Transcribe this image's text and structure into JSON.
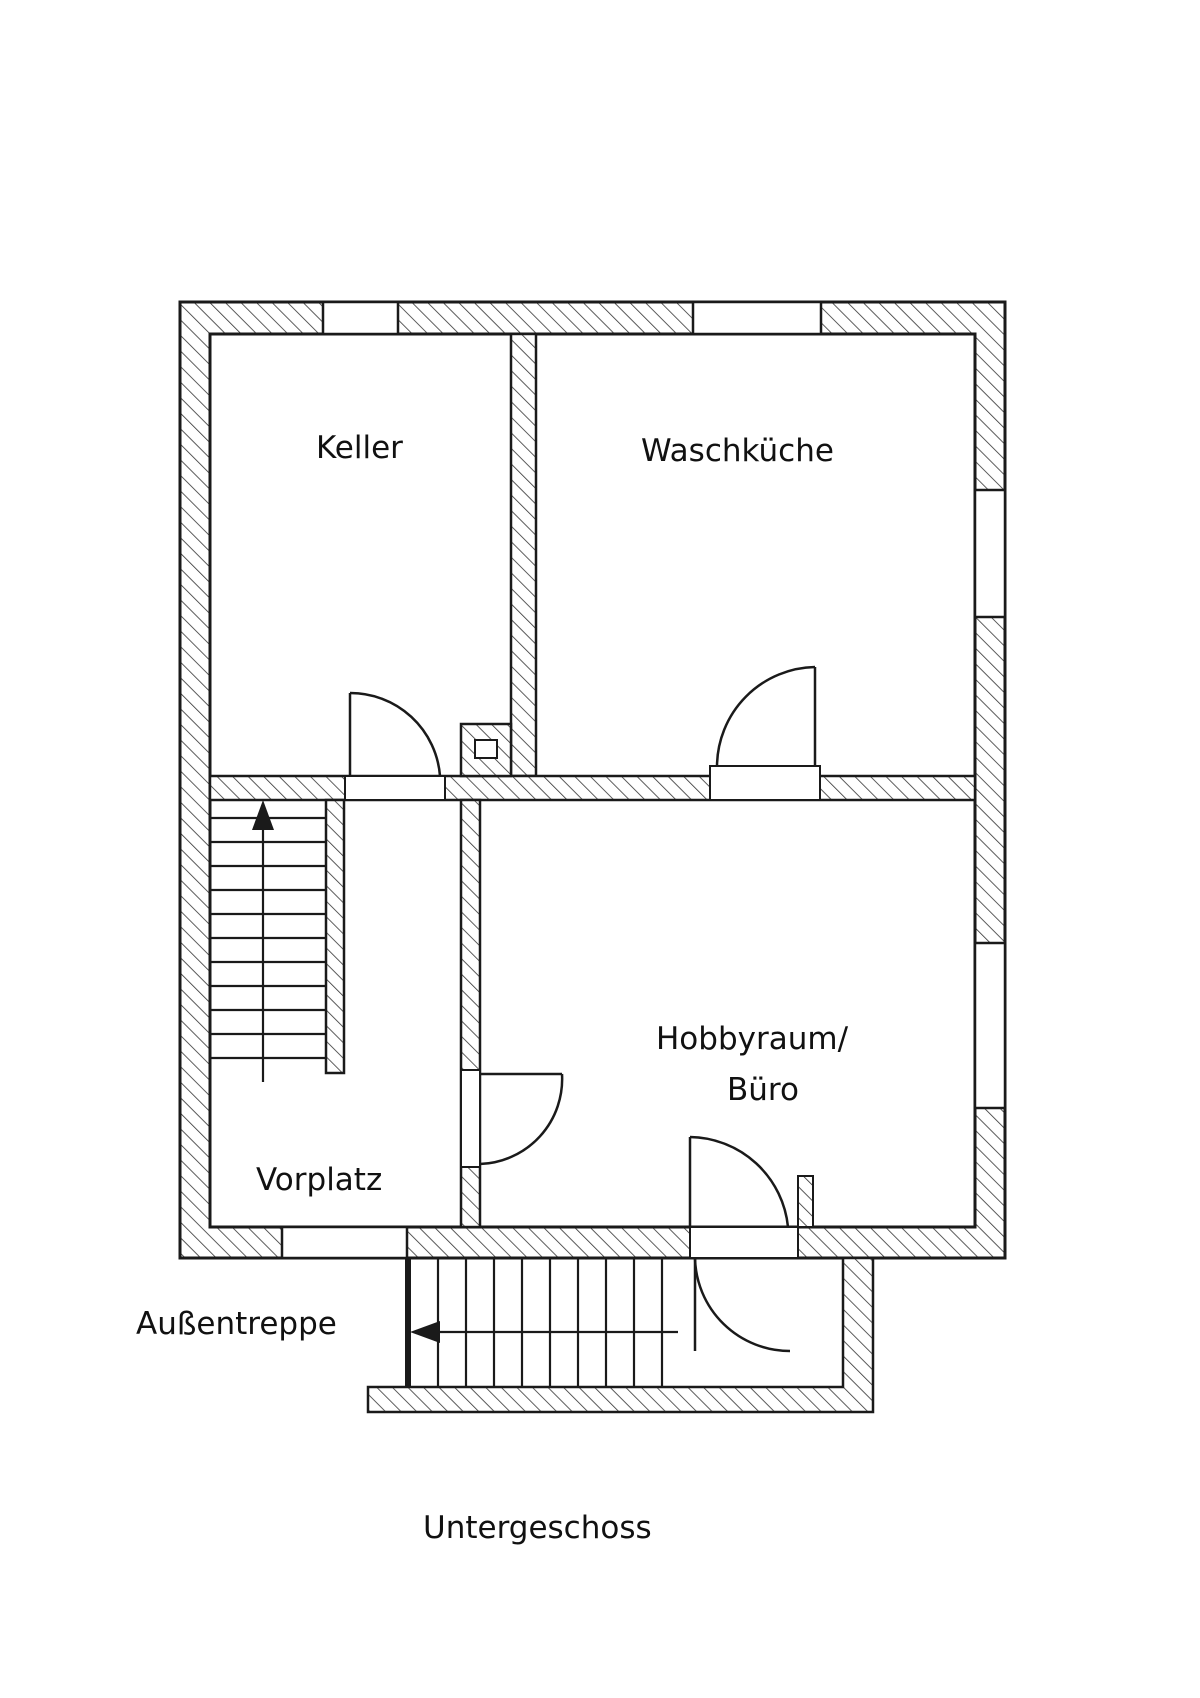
{
  "plan": {
    "title": "Untergeschoss",
    "rooms": {
      "keller": "Keller",
      "waschkueche": "Waschküche",
      "hobbyraum_line1": "Hobbyraum/",
      "hobbyraum_line2": "Büro",
      "vorplatz": "Vorplatz"
    },
    "outdoor_stair": "Außentreppe"
  },
  "colors": {
    "wall_line": "#1a1a1a",
    "hatch": "#333333",
    "background": "#ffffff"
  }
}
